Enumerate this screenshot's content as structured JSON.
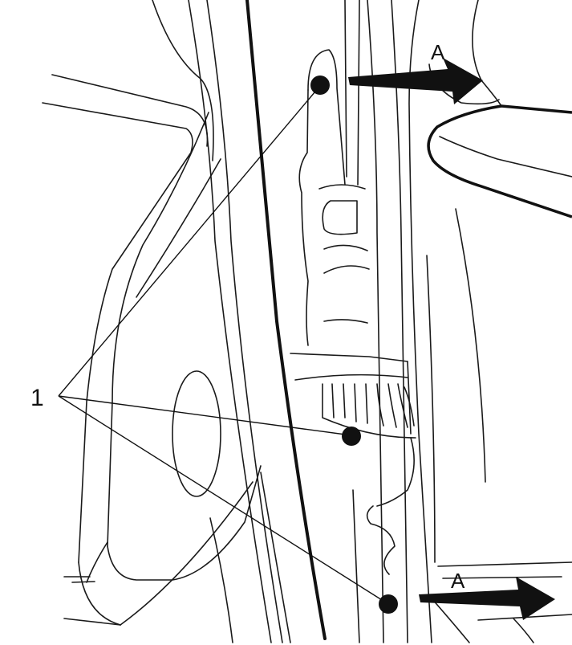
{
  "callout": {
    "number": "1"
  },
  "view_arrows": {
    "top_label": "A",
    "bottom_label": "A"
  },
  "colors": {
    "ink": "#111111",
    "background": "#ffffff"
  }
}
